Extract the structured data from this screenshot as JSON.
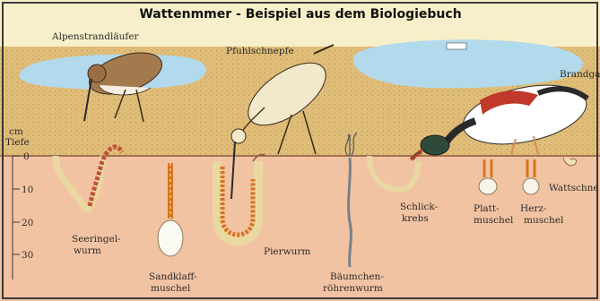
{
  "title": "Wattenmmer - Beispiel aus dem Biologiebuch",
  "depth_axis": {
    "unit_line1": "cm",
    "unit_line2": "Tiefe",
    "ticks": [
      "0",
      "10",
      "20",
      "30"
    ]
  },
  "birds": {
    "alpenstrandlaeufer": "Alpenstrandläufer",
    "pfuhlschnepfe": "Pfuhlschnepfe",
    "brandgans": "Brandga"
  },
  "animals": {
    "seeringelwurm": [
      "Seeringel-",
      "wurm"
    ],
    "sandklaffmuschel": [
      "Sandklaff-",
      "muschel"
    ],
    "pierwurm": "Pierwurm",
    "baeumchenroehrenwurm": [
      "Bäumchen-",
      "röhrenwurm"
    ],
    "schlickkrebs": [
      "Schlick-",
      "krebs"
    ],
    "plattmuschel": [
      "Platt-",
      "muschel"
    ],
    "herzmuschel": [
      "Herz-",
      "muschel"
    ],
    "wattschnecke": "Wattschne"
  },
  "colors": {
    "sky": "#f7efc9",
    "sand_surface": "#e2c27e",
    "mud": "#f2c3a2",
    "water": "#b3d9ec",
    "frame": "#3a3a3a"
  }
}
